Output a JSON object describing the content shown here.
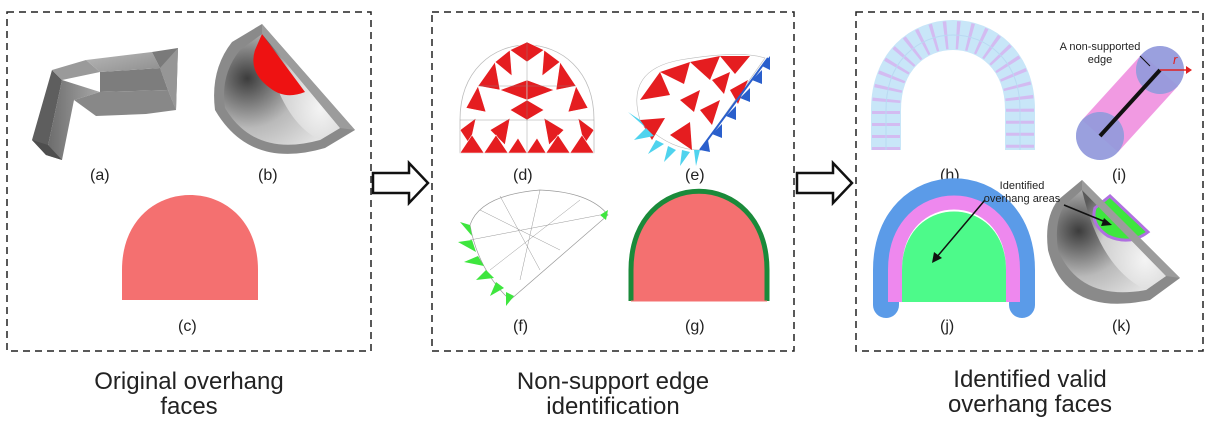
{
  "panels": [
    {
      "caption_line1": "Original overhang",
      "caption_line2": "faces",
      "labels": {
        "a": "(a)",
        "b": "(b)",
        "c": "(c)"
      }
    },
    {
      "caption_line1": "Non-support edge",
      "caption_line2": "identification",
      "labels": {
        "d": "(d)",
        "e": "(e)",
        "f": "(f)",
        "g": "(g)"
      }
    },
    {
      "caption_line1": "Identified valid",
      "caption_line2": "overhang faces",
      "labels": {
        "h": "(h)",
        "i": "(i)",
        "j": "(j)",
        "k": "(k)"
      },
      "annotations": {
        "edge_line1": "A non-supported",
        "edge_line2": "edge",
        "radius": "r",
        "areas_line1": "Identified",
        "areas_line2": "overhang areas"
      }
    }
  ],
  "colors": {
    "overhang_face": "#f47070",
    "triangle_red": "#e51d20",
    "triangle_cyan": "#4fd3ee",
    "triangle_green": "#3ee63e",
    "boundary_green": "#1a8a3a",
    "valid_area": "#4dfa8a",
    "offset_band": "#ee88ee",
    "support_band": "#5b9be8",
    "grey_part": "#8a8a8a"
  }
}
